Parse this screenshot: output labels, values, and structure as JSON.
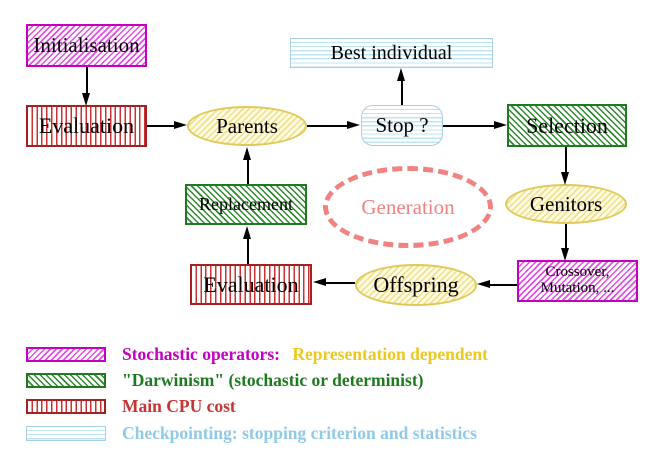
{
  "diagram": {
    "nodes": {
      "initialisation": {
        "label": "Initialisation"
      },
      "evaluation_top": {
        "label": "Evaluation"
      },
      "parents": {
        "label": "Parents"
      },
      "stop": {
        "label": "Stop ?"
      },
      "best_individual": {
        "label": "Best individual"
      },
      "selection": {
        "label": "Selection"
      },
      "genitors": {
        "label": "Genitors"
      },
      "crossover_mutation": {
        "line1": "Crossover,",
        "line2": "Mutation, ..."
      },
      "offspring": {
        "label": "Offspring"
      },
      "evaluation_bottom": {
        "label": "Evaluation"
      },
      "replacement": {
        "label": "Replacement"
      },
      "generation": {
        "label": "Generation"
      }
    },
    "colors": {
      "stochastic_magenta": "#C400C4",
      "darwinism_green": "#1E7A1E",
      "cpu_red": "#C93333",
      "checkpoint_cyan": "#A8CEE4",
      "population_yellow_border": "#DFC95A",
      "generation_salmon": "#F08282",
      "representation_gold": "#EDC91E"
    }
  },
  "legend": {
    "items": [
      {
        "label": "Stochastic operators:",
        "label_secondary": "Representation dependent"
      },
      {
        "label": "\"Darwinism\" (stochastic or determinist)"
      },
      {
        "label": "Main CPU cost"
      },
      {
        "label": "Checkpointing: stopping criterion and statistics"
      }
    ]
  }
}
